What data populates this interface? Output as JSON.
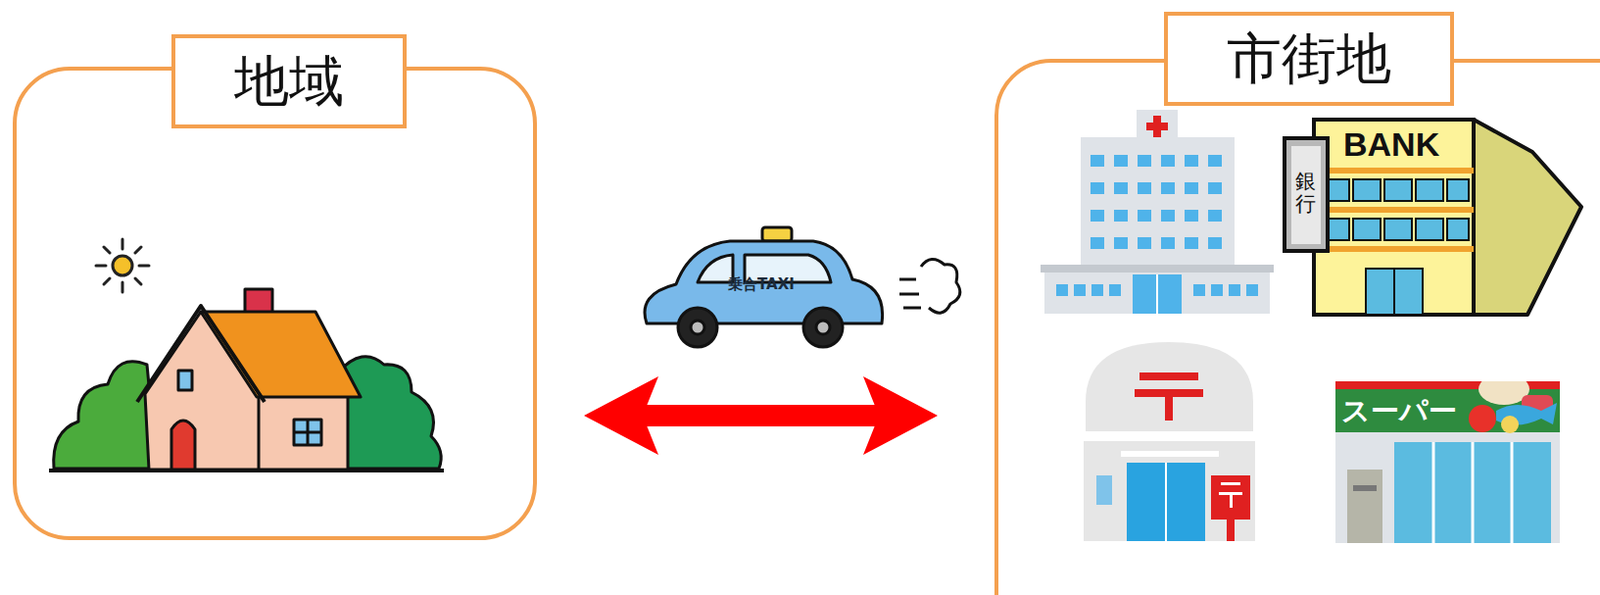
{
  "diagram": {
    "nodes": [
      {
        "text": [
          "地域"
        ]
      },
      {
        "text": [
          "市街地"
        ]
      },
      {
        "text": [
          "BANK",
          "銀行"
        ],
        "in": 1
      },
      {
        "text": [
          "スーパー"
        ],
        "in": 1
      }
    ],
    "edges": [
      {
        "from": 0,
        "to": 1,
        "arrow": "both"
      }
    ],
    "labels": [
      "乗合TAXI"
    ]
  }
}
